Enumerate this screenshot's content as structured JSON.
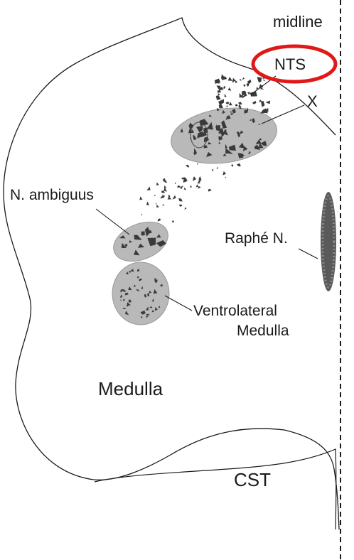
{
  "labels": {
    "midline": "midline",
    "nts": "NTS",
    "x": "X",
    "n_ambiguus": "N. ambiguus",
    "raphe": "Raphé N.",
    "vlm_line1": "Ventrolateral",
    "vlm_line2": "Medulla",
    "medulla": "Medulla",
    "cst": "CST"
  },
  "colors": {
    "outline": "#1a1a1a",
    "nucleus_fill": "#b9b9b9",
    "speckle": "#3a3a3a",
    "raphe_fill": "#5a5a5a",
    "highlight_ring": "#e01818"
  }
}
